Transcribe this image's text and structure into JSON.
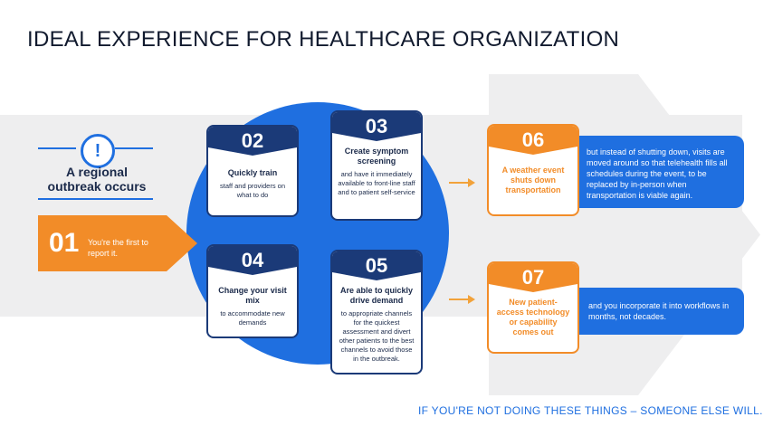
{
  "title": "IDEAL EXPERIENCE FOR HEALTHCARE ORGANIZATION",
  "alert": {
    "icon": "exclamation-icon",
    "text": "A regional outbreak occurs"
  },
  "step01": {
    "number": "01",
    "text": "You're the first to report it."
  },
  "step02": {
    "number": "02",
    "title": "Quickly train",
    "desc": "staff and providers on what to do"
  },
  "step03": {
    "number": "03",
    "title": "Create symptom screening",
    "desc": "and have it immediately available to front-line staff and to patient self-service"
  },
  "step04": {
    "number": "04",
    "title": "Change your visit mix",
    "desc": "to accommodate new demands"
  },
  "step05": {
    "number": "05",
    "title": "Are able to quickly drive demand",
    "desc": "to appropriate channels for the quickest assessment and divert other patients to the best channels to avoid those in the outbreak."
  },
  "step06": {
    "number": "06",
    "title": "A weather event shuts down transportation",
    "detail": "but instead of shutting down, visits are moved around so that telehealth fills all schedules during the event, to be replaced by in-person when transportation is viable again."
  },
  "step07": {
    "number": "07",
    "title": "New patient-access technology or capability comes out",
    "detail": "and you incorporate it into workflows in months, not decades."
  },
  "footer": "IF YOU'RE NOT DOING THESE THINGS – SOMEONE ELSE WILL.",
  "colors": {
    "blue": "#1f6fe0",
    "navy": "#1b3a78",
    "orange": "#f28c28",
    "band": "#eeeeef"
  }
}
